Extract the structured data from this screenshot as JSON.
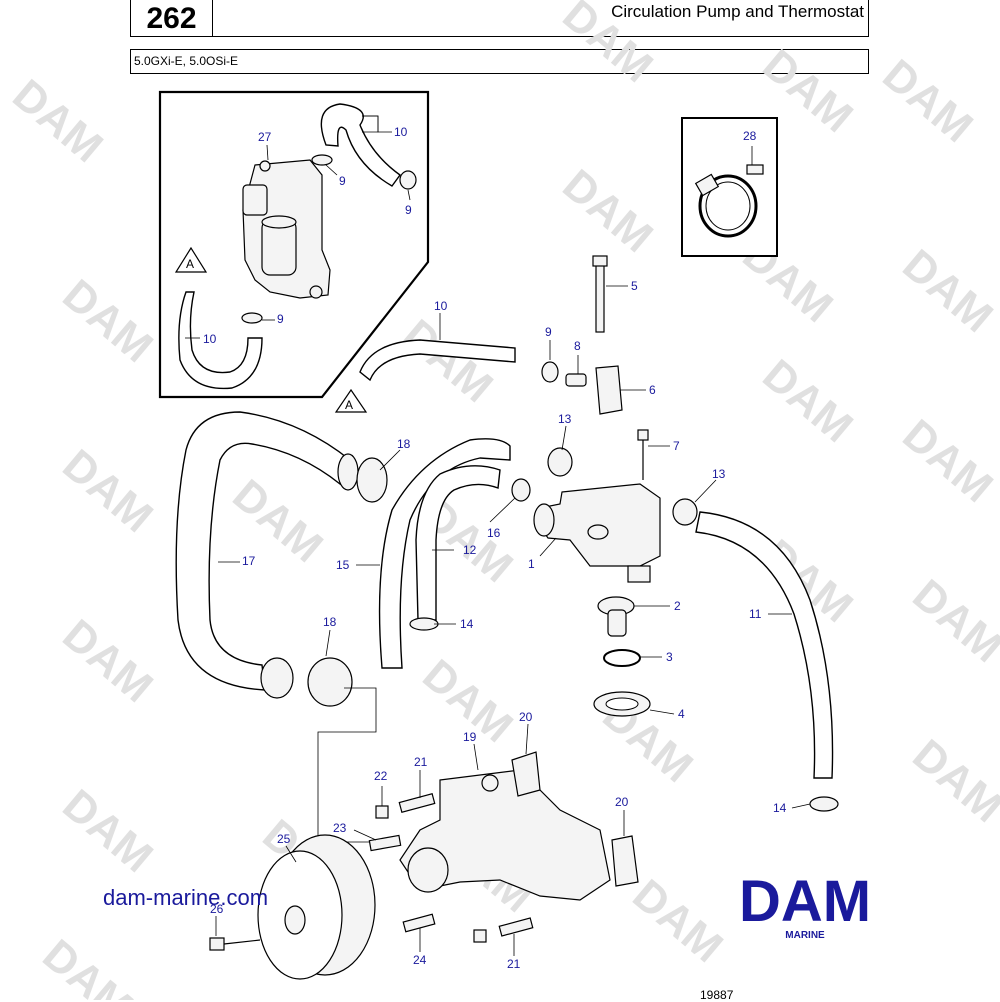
{
  "header": {
    "page_number": "262",
    "title": "Circulation Pump and Thermostat",
    "models": "5.0GXi-E, 5.0OSi-E"
  },
  "watermark": {
    "text": "DAM"
  },
  "footer": {
    "website": "dam-marine.com",
    "brand": "DAM",
    "brand_sub": "MARINE",
    "drawing_number": "19887"
  },
  "callouts": {
    "n1": "1",
    "n2": "2",
    "n3": "3",
    "n4": "4",
    "n5": "5",
    "n6": "6",
    "n7": "7",
    "n8": "8",
    "n9": "9",
    "n10": "10",
    "n11": "11",
    "n12": "12",
    "n13": "13",
    "n14": "14",
    "n15": "15",
    "n16": "16",
    "n17": "17",
    "n18": "18",
    "n19": "19",
    "n20": "20",
    "n21": "21",
    "n22": "22",
    "n23": "23",
    "n24": "24",
    "n25": "25",
    "n26": "26",
    "n27": "27",
    "n28": "28",
    "ref_a": "A"
  },
  "colors": {
    "callout_text": "#1a1a9c",
    "line": "#000000",
    "watermark": "#d8d8d8",
    "brand": "#1a1a9c"
  }
}
